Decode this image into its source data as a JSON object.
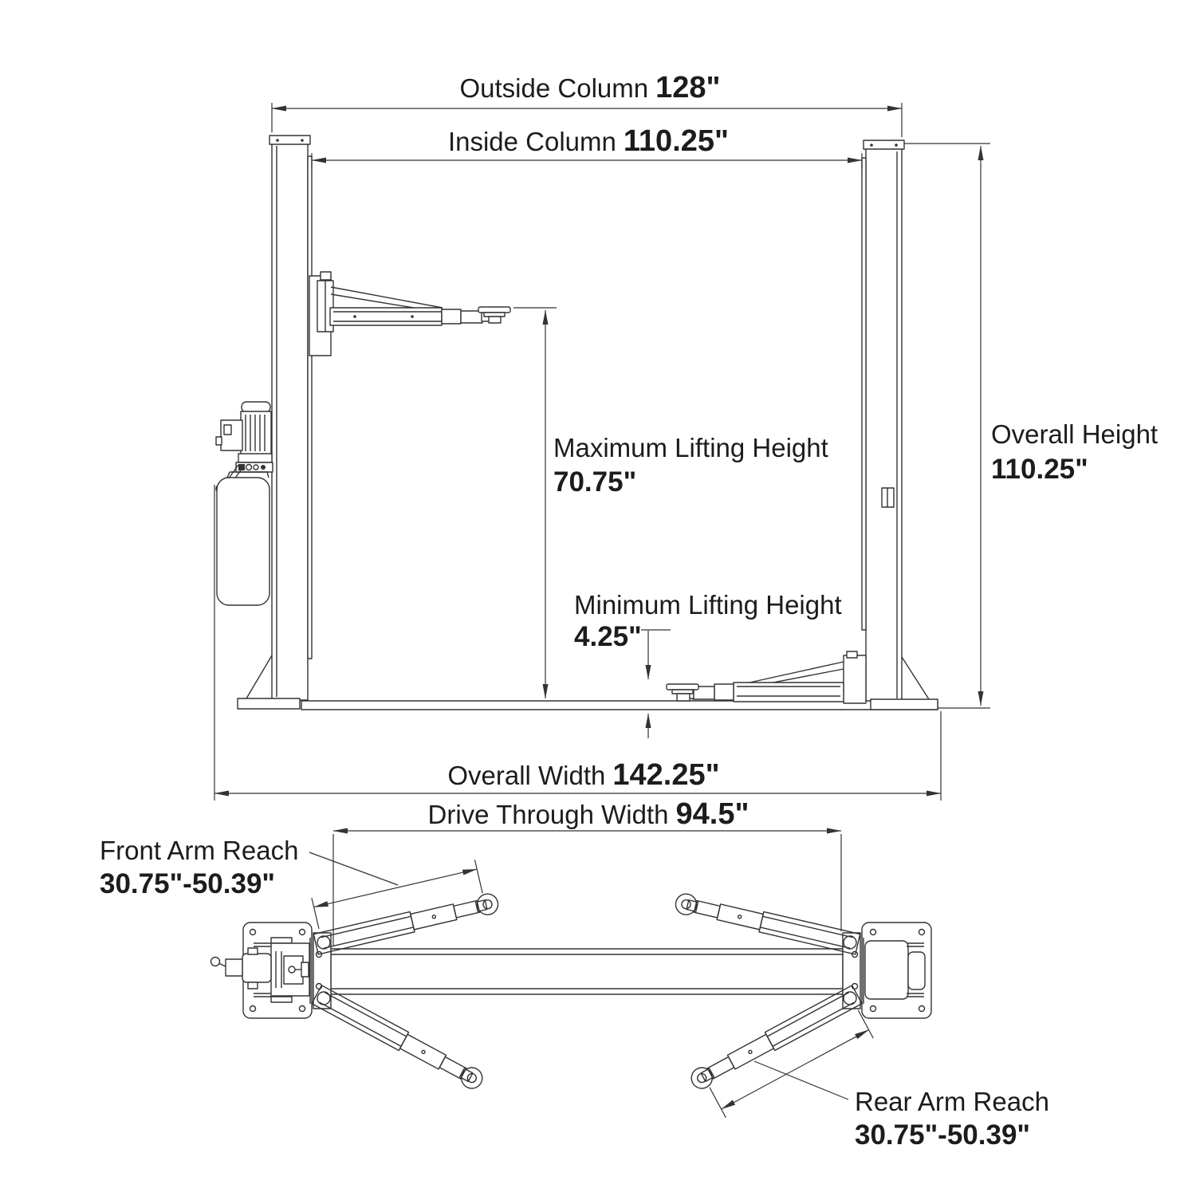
{
  "dims": {
    "outside_column": {
      "label": "Outside Column",
      "value": "128\""
    },
    "inside_column": {
      "label": "Inside Column",
      "value": "110.25\""
    },
    "overall_height": {
      "label": "Overall Height",
      "value": "110.25\""
    },
    "max_lifting_height": {
      "label": "Maximum Lifting Height",
      "value": "70.75\""
    },
    "min_lifting_height": {
      "label": "Minimum Lifting Height",
      "value": "4.25\""
    },
    "overall_width": {
      "label": "Overall Width",
      "value": "142.25\""
    },
    "drive_through_width": {
      "label": "Drive Through Width",
      "value": "94.5\""
    },
    "front_arm_reach": {
      "label": "Front Arm Reach",
      "value": "30.75\"-50.39\""
    },
    "rear_arm_reach": {
      "label": "Rear Arm Reach",
      "value": "30.75\"-50.39\""
    }
  },
  "colors": {
    "line": "#333333",
    "text": "#1c1c1c",
    "background": "#ffffff"
  }
}
